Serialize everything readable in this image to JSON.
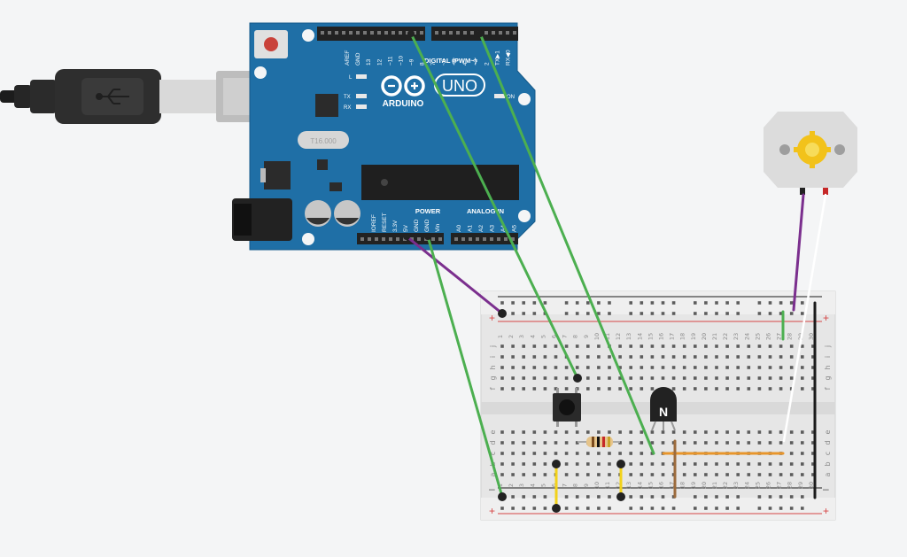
{
  "arduino": {
    "brand": "ARDUINO",
    "model": "UNO",
    "digital_header": "DIGITAL (PWM~)",
    "power_header": "POWER",
    "analog_header": "ANALOG IN",
    "crystal_label": "T16.000",
    "led_l": "L",
    "led_tx": "TX",
    "led_rx": "RX",
    "led_on": "ON",
    "digital_pins": [
      "AREF",
      "GND",
      "13",
      "12",
      "~11",
      "~10",
      "~9",
      "8",
      "7",
      "~6",
      "~5",
      "4",
      "~3",
      "2",
      "TX▶1",
      "RX◀0"
    ],
    "power_pins": [
      "IOREF",
      "RESET",
      "3.3V",
      "5V",
      "GND",
      "GND",
      "Vin"
    ],
    "analog_pins": [
      "A0",
      "A1",
      "A2",
      "A3",
      "A4",
      "A5"
    ]
  },
  "breadboard": {
    "plus": "+",
    "minus": "–",
    "columns": [
      "1",
      "2",
      "3",
      "4",
      "5",
      "6",
      "7",
      "8",
      "9",
      "10",
      "11",
      "12",
      "13",
      "14",
      "15",
      "16",
      "17",
      "18",
      "19",
      "20",
      "21",
      "22",
      "23",
      "24",
      "25",
      "26",
      "27",
      "28",
      "29",
      "30"
    ],
    "rows_top": [
      "j",
      "i",
      "h",
      "g",
      "f"
    ],
    "rows_bottom": [
      "e",
      "d",
      "c",
      "b",
      "a"
    ]
  },
  "transistor": {
    "label": "N"
  },
  "colors": {
    "board_blue": "#1f6fa6",
    "wire_green": "#4caf50",
    "wire_purple": "#7b2f8e",
    "wire_yellow": "#f2d21b",
    "wire_orange": "#e8952b",
    "wire_brown": "#9c6b3c",
    "rail_red": "#d64545"
  }
}
